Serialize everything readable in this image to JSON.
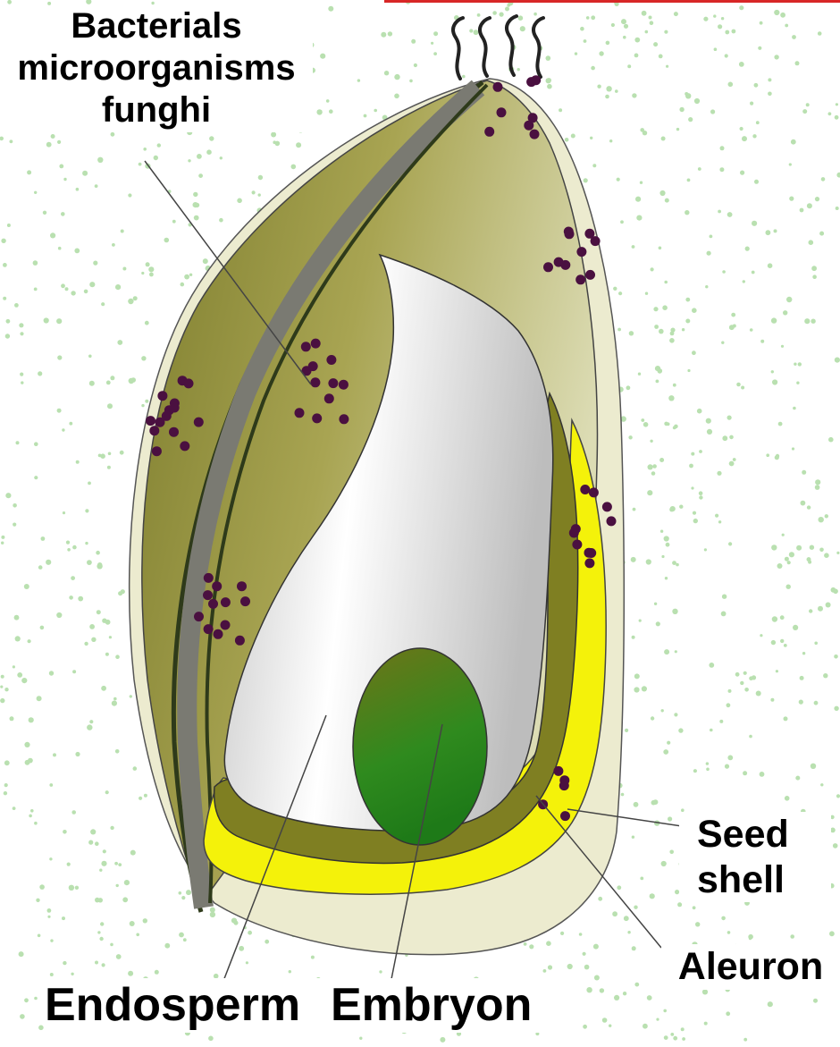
{
  "labels": {
    "microbes": [
      "Bacterials",
      "microorganisms",
      "funghi"
    ],
    "seed_shell": [
      "Seed",
      "shell"
    ],
    "aleuron": "Aleuron",
    "endosperm": "Endosperm",
    "embryon": "Embryon"
  },
  "colors": {
    "background_dots": "#b9e0b0",
    "outer_shell": "#ecebcf",
    "hull": "#9a9a44",
    "hull_dark": "#7a7a30",
    "hull_stripe": "#6f6f6f",
    "aleurone": "#f4f20a",
    "endosperm_light": "#ffffff",
    "endosperm_grey": "#c8c8c8",
    "embryo_green": "#2f8c1a",
    "embryo_olive": "#7a7a1a",
    "microbe_dots": "#4a1040",
    "accent_line": "#d82626"
  }
}
